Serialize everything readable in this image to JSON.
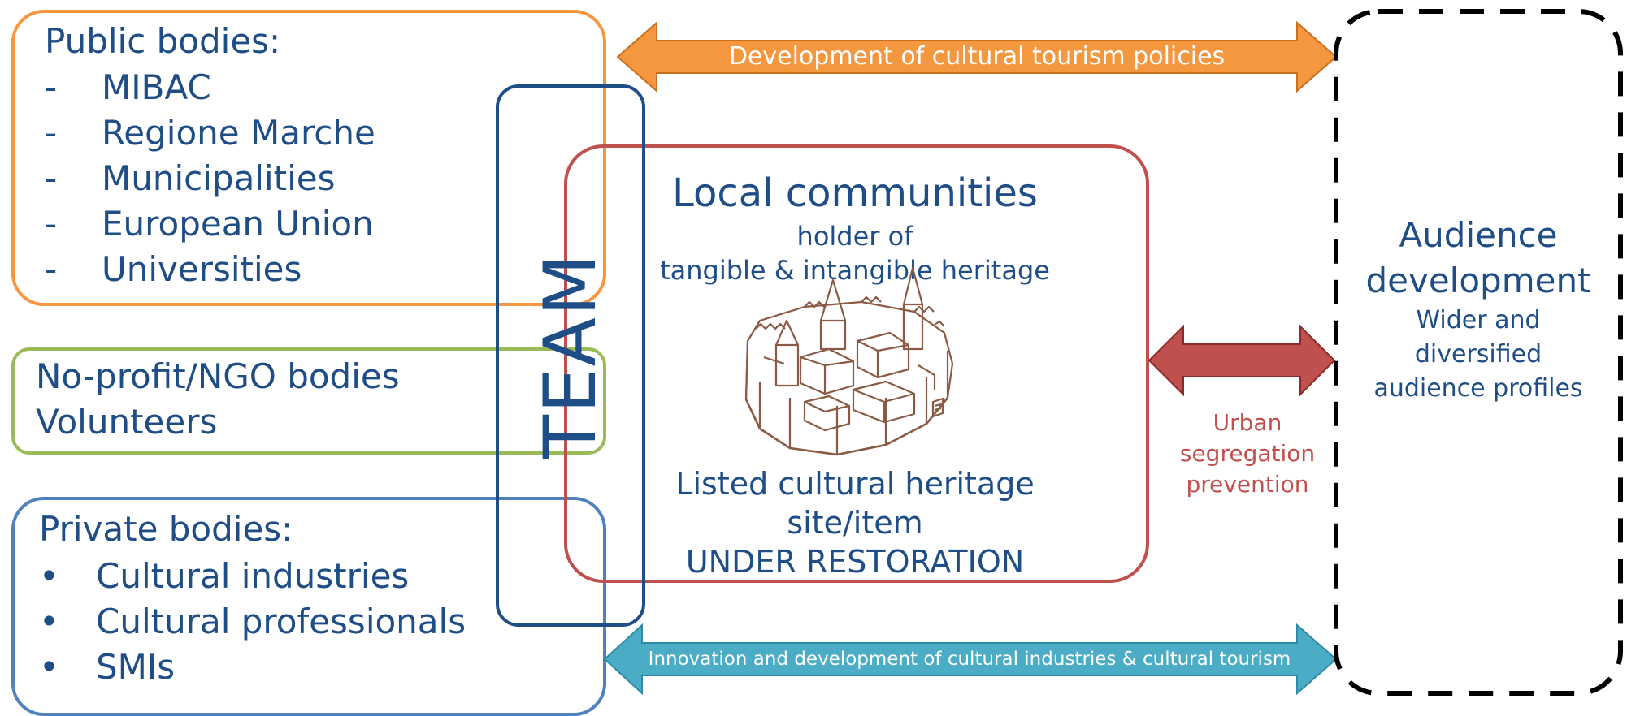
{
  "public_bodies": {
    "title": "Public bodies:",
    "marker": "-",
    "items": [
      "MIBAC",
      "Regione Marche",
      "Municipalities",
      "European Union",
      "Universities"
    ]
  },
  "ngo_bodies": {
    "line1": "No-profit/NGO bodies",
    "line2": "Volunteers"
  },
  "private_bodies": {
    "title": "Private bodies:",
    "marker": "•",
    "items": [
      "Cultural industries",
      "Cultural professionals",
      "SMIs"
    ]
  },
  "team": {
    "label": "TEAM"
  },
  "local_communities": {
    "title": "Local communities",
    "sub1": "holder of",
    "sub2": "tangible & intangible heritage",
    "site1": "Listed cultural heritage",
    "site2": "site/item",
    "site3": "UNDER RESTORATION"
  },
  "audience": {
    "title1": "Audience",
    "title2": "development",
    "sub1": "Wider and",
    "sub2": "diversified",
    "sub3": "audience profiles"
  },
  "arrows": {
    "top_label": "Development of cultural tourism policies",
    "bottom_label": "Innovation and development of cultural industries & cultural tourism",
    "middle_label_1": "Urban",
    "middle_label_2": "segregation",
    "middle_label_3": "prevention"
  },
  "colors": {
    "orange": "#f5973f",
    "green": "#9bbb59",
    "blue": "#4f81bd",
    "navy": "#1f4e87",
    "red": "#c0504d",
    "teal": "#4bacc6",
    "sketch": "#8a5a44"
  }
}
